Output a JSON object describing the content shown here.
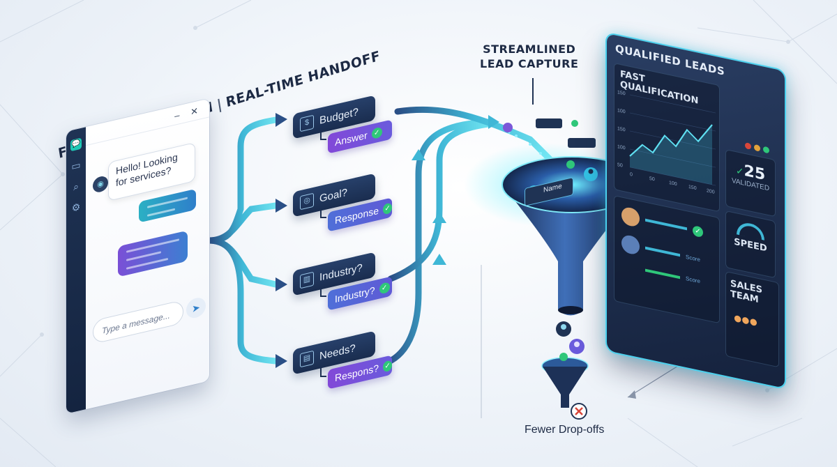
{
  "headline": {
    "left": "FAST QUALIFICATION",
    "separator": "|",
    "right": "REAL-TIME HANDOFF"
  },
  "chat": {
    "greeting": "Hello! Looking for services?",
    "input_placeholder": "Type a message...",
    "window_controls": "– ✕"
  },
  "questions": [
    {
      "label": "Budget?",
      "icon": "wallet-icon",
      "answer": "Answer",
      "answer_style": "purple"
    },
    {
      "label": "Goal?",
      "icon": "target-icon",
      "answer": "Response",
      "answer_style": "blue"
    },
    {
      "label": "Industry?",
      "icon": "bar-chart-icon",
      "answer": "Industry?",
      "answer_style": "blue"
    },
    {
      "label": "Needs?",
      "icon": "chat-icon",
      "answer": "Respons?",
      "answer_style": "purple"
    }
  ],
  "funnel": {
    "caption": "STREAMLINED\nLEAD CAPTURE",
    "card_label": "Name"
  },
  "dashboard": {
    "title": "QUALIFIED LEADS",
    "chart_title": "FAST QUALIFICATION",
    "y_ticks": [
      "150",
      "100",
      "150",
      "100",
      "50"
    ],
    "x_ticks": [
      "0",
      "50",
      "100",
      "150",
      "200"
    ],
    "validated_value": "25",
    "validated_label": "VALIDATED",
    "speed_label": "SPEED",
    "sales_label": "SALES TEAM",
    "score_label": "Score"
  },
  "drop_off_label": "Fewer Drop-offs",
  "colors": {
    "navy": "#1b2d4f",
    "purple": "#8248d8",
    "teal": "#2bd0e0",
    "green": "#2fc77a",
    "red": "#d8463a"
  }
}
